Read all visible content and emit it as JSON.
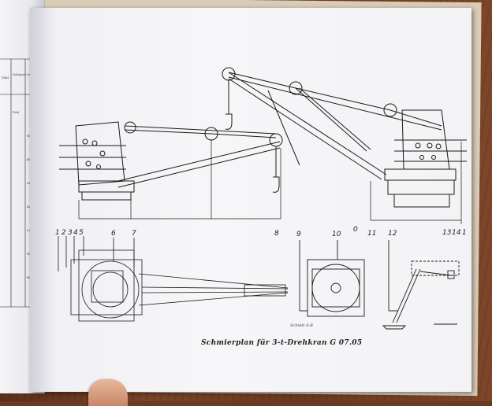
{
  "caption": "Schmierplan für 3-t-Drehkran G 07.05",
  "view_label": "Schnitt A-B",
  "callouts": [
    "1",
    "2",
    "3",
    "4",
    "5",
    "6",
    "7",
    "8",
    "9",
    "10",
    "0",
    "11",
    "12",
    "13",
    "14",
    "1"
  ],
  "left_page": {
    "col_headers": [
      "Zahl",
      "Schmier-stellen"
    ],
    "rows": [
      "Fett",
      "Wälzlager",
      "Kettenrad",
      "Seilrollen",
      "Kupplung",
      "Lager",
      "Welle",
      "Bolzen"
    ]
  },
  "colors": {
    "page": "#f4f4f7",
    "ink": "#1a1a1a",
    "wood": "#6b3a22"
  },
  "icons": [
    "crane-hook-icon",
    "pulley-icon"
  ]
}
